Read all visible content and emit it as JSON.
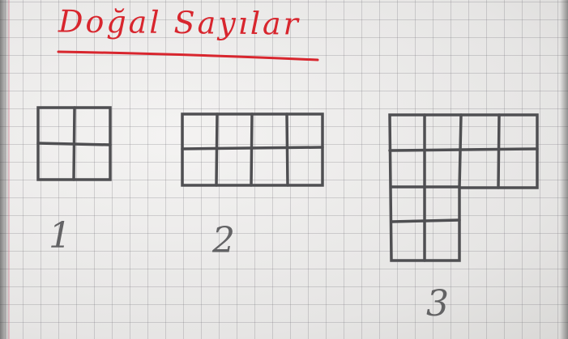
{
  "title": "Doğal Sayılar",
  "figures": [
    {
      "label": "1",
      "cells_drawn": 4
    },
    {
      "label": "2",
      "cells_drawn": 8
    },
    {
      "label": "3",
      "cells_drawn": 12
    }
  ],
  "colors": {
    "ink_red": "#d8262e",
    "pencil": "#4f4f52",
    "paper": "#ecebea",
    "grid": "#a9a8ad"
  }
}
